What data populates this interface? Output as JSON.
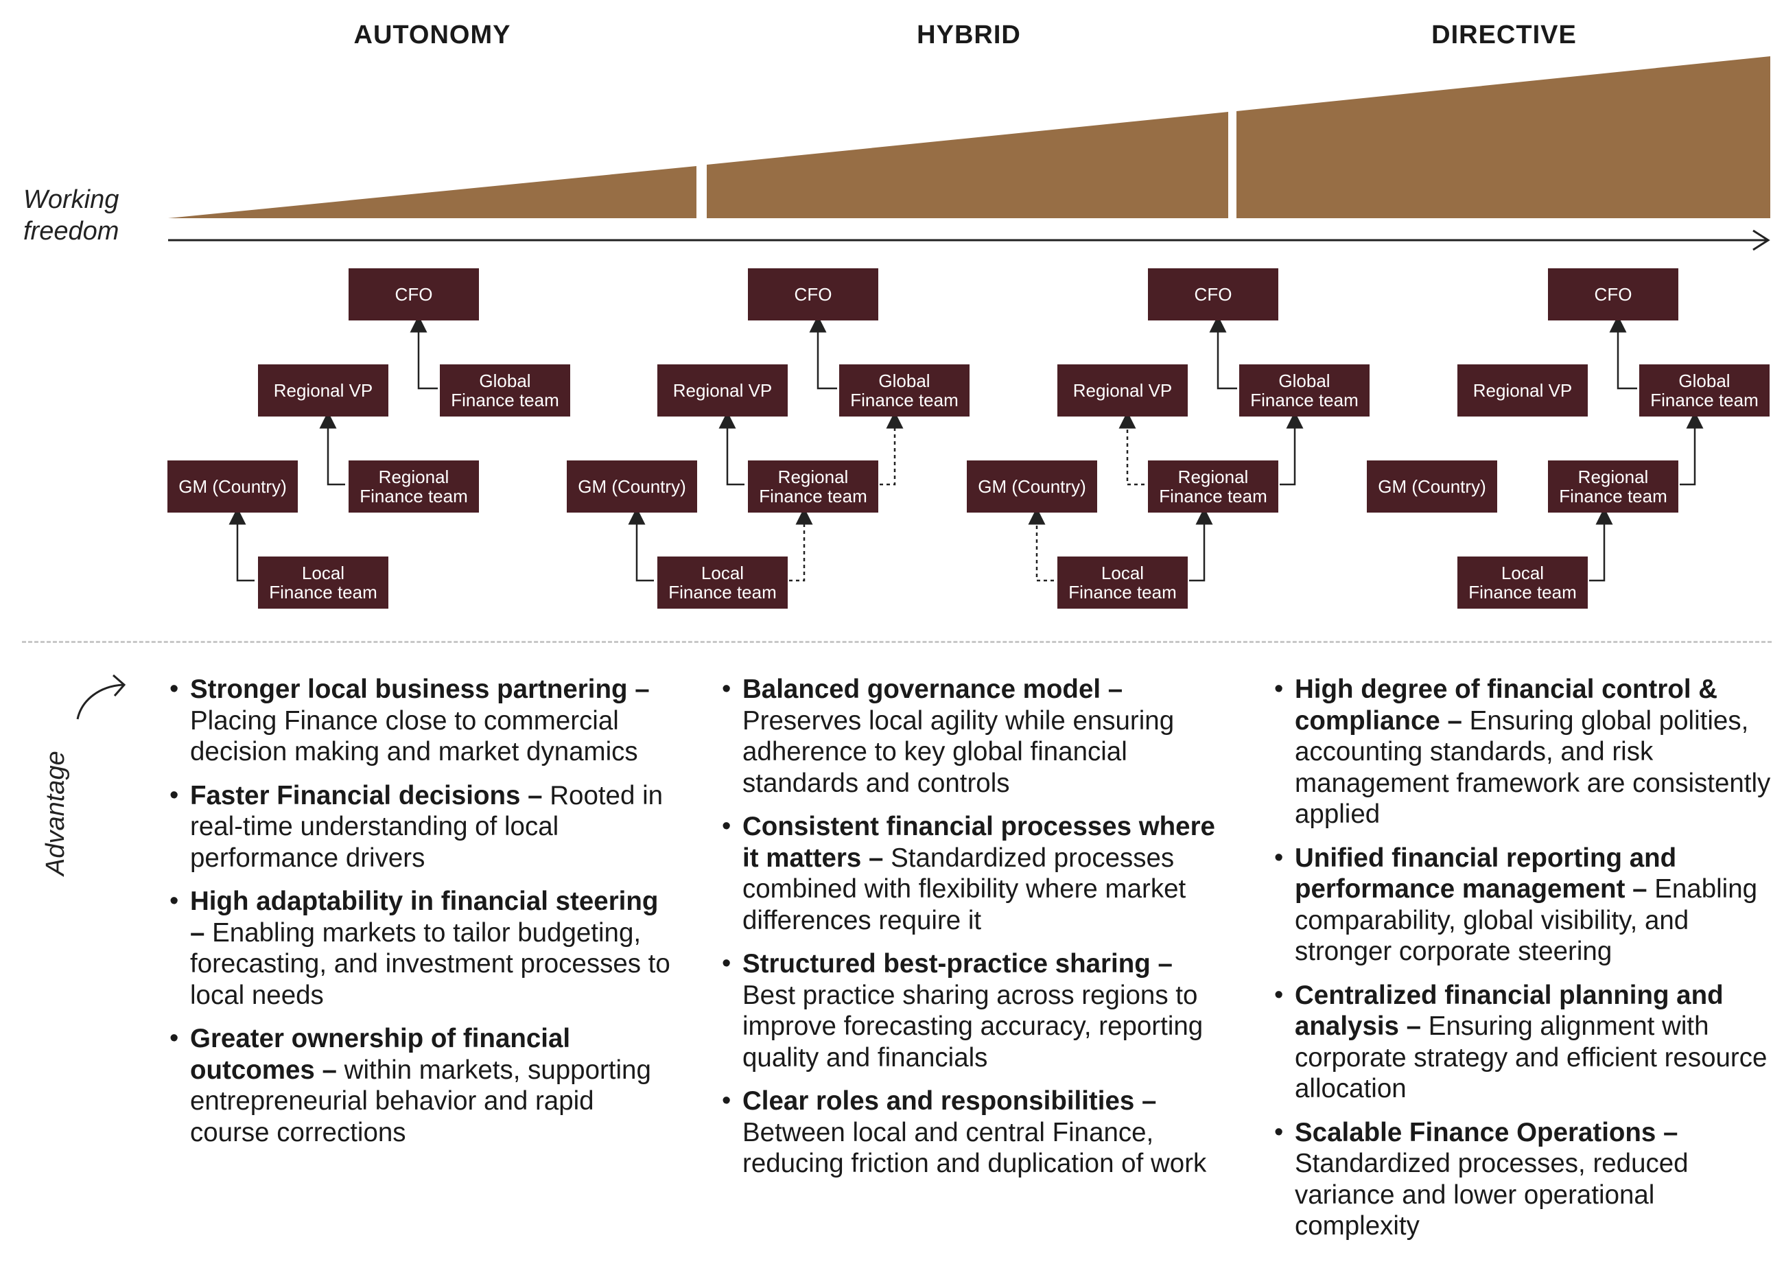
{
  "phases": [
    "AUTONOMY",
    "HYBRID",
    "DIRECTIVE"
  ],
  "axis_label_lines": [
    "Working",
    "freedom"
  ],
  "advantage_label": "Advantage",
  "colors": {
    "wedge": "#976e45",
    "box": "#4a1f25",
    "line": "#222222",
    "divider": "#c8c8c8"
  },
  "org_models": [
    {
      "cfo": "CFO",
      "regional_vp": "Regional VP",
      "global_finance": [
        "Global",
        "Finance team"
      ],
      "gm_country": "GM (Country)",
      "regional_finance": [
        "Regional",
        "Finance team"
      ],
      "local_finance": [
        "Local",
        "Finance team"
      ]
    },
    {
      "cfo": "CFO",
      "regional_vp": "Regional VP",
      "global_finance": [
        "Global",
        "Finance team"
      ],
      "gm_country": "GM (Country)",
      "regional_finance": [
        "Regional",
        "Finance team"
      ],
      "local_finance": [
        "Local",
        "Finance team"
      ]
    },
    {
      "cfo": "CFO",
      "regional_vp": "Regional VP",
      "global_finance": [
        "Global",
        "Finance team"
      ],
      "gm_country": "GM (Country)",
      "regional_finance": [
        "Regional",
        "Finance team"
      ],
      "local_finance": [
        "Local",
        "Finance team"
      ]
    },
    {
      "cfo": "CFO",
      "regional_vp": "Regional VP",
      "global_finance": [
        "Global",
        "Finance team"
      ],
      "gm_country": "GM (Country)",
      "regional_finance": [
        "Regional",
        "Finance team"
      ],
      "local_finance": [
        "Local",
        "Finance team"
      ]
    }
  ],
  "columns": [
    [
      {
        "bold": "Stronger local business partnering –",
        "text": " Placing Finance close to commercial decision making and market dynamics"
      },
      {
        "bold": "Faster Financial decisions –",
        "text": " Rooted in real-time understanding of local performance drivers"
      },
      {
        "bold": "High adaptability in financial steering –",
        "text": " Enabling markets to tailor budgeting, forecasting, and investment processes to local needs"
      },
      {
        "bold": "Greater ownership of financial outcomes –",
        "text": " within markets, supporting entrepreneurial behavior and rapid course corrections"
      }
    ],
    [
      {
        "bold": "Balanced governance model –",
        "text": " Preserves local agility while ensuring adherence to key global financial standards and controls"
      },
      {
        "bold": "Consistent financial processes where it matters –",
        "text": " Standardized processes combined with flexibility where market differences require it"
      },
      {
        "bold": "Structured best-practice sharing –",
        "text": " Best practice sharing across regions to improve forecasting accuracy, reporting quality and financials"
      },
      {
        "bold": "Clear roles and responsibilities –",
        "text": " Between local and central Finance, reducing friction and duplication of work"
      }
    ],
    [
      {
        "bold": "High degree of financial control & compliance –",
        "text": " Ensuring global polities, accounting standards, and risk management framework are consistently applied"
      },
      {
        "bold": "Unified financial reporting and performance management –",
        "text": " Enabling comparability, global visibility, and stronger corporate steering"
      },
      {
        "bold": "Centralized financial planning and analysis –",
        "text": " Ensuring alignment with corporate strategy and efficient resource allocation"
      },
      {
        "bold": "Scalable Finance Operations –",
        "text": " Standardized processes, reduced variance and lower operational complexity"
      }
    ]
  ]
}
